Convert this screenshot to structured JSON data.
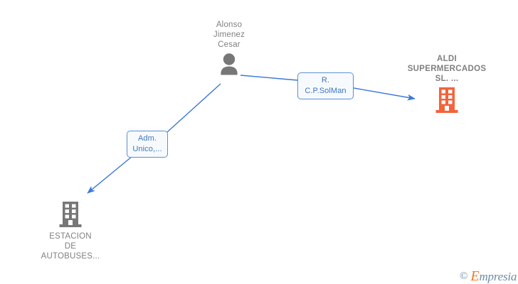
{
  "diagram": {
    "type": "entity-relationship-graph",
    "background": "#ffffff",
    "colors": {
      "edge": "#3c78d8",
      "label_border": "#5b8fd6",
      "label_text": "#3d74c4",
      "label_fill": "#f7fafd",
      "node_gray": "#777777",
      "node_orange": "#f4633a",
      "text_gray": "#808080",
      "watermark_orange": "#f07828",
      "watermark_blue": "#6e8ba3"
    },
    "nodes": [
      {
        "id": "person",
        "icon": "person-icon",
        "label": "Alonso\nJimenez\nCesar",
        "label_position": "above",
        "color": "#777777",
        "bold": false
      },
      {
        "id": "aldi",
        "icon": "building-icon",
        "label": "ALDI\nSUPERMERCADOS\nSL. ...",
        "label_position": "above",
        "color": "#f4633a",
        "bold": true
      },
      {
        "id": "estacion",
        "icon": "building-icon",
        "label": "ESTACION\nDE\nAUTOBUSES...",
        "label_position": "below",
        "color": "#777777",
        "bold": false
      }
    ],
    "edges": [
      {
        "id": "person-to-aldi",
        "from": "person",
        "to": "aldi",
        "label": "R.\nC.P.SolMan",
        "arrow": "end"
      },
      {
        "id": "person-to-estacion",
        "from": "person",
        "to": "estacion",
        "label": "Adm.\nUnico,...",
        "arrow": "end"
      }
    ]
  },
  "watermark": {
    "copyright": "©",
    "brand_initial": "E",
    "brand_rest": "mpresia"
  }
}
